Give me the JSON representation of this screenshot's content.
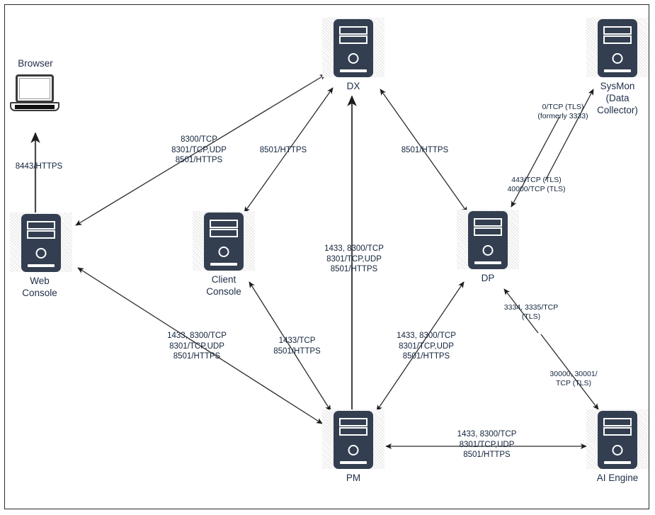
{
  "diagram": {
    "title": "Network Ports Architecture Diagram",
    "colors": {
      "node_fill": "#333f50",
      "node_label": "#20304a",
      "edge_label": "#12233b",
      "edge_line": "#2b2b2b",
      "border": "#2b2b2b"
    }
  },
  "nodes": [
    {
      "id": "browser",
      "label": "Browser",
      "icon": "laptop-icon"
    },
    {
      "id": "web-console",
      "label": "Web\nConsole",
      "icon": "server-tower-icon"
    },
    {
      "id": "client-console",
      "label": "Client\nConsole",
      "icon": "server-tower-icon"
    },
    {
      "id": "dx",
      "label": "DX",
      "icon": "server-tower-icon"
    },
    {
      "id": "dp",
      "label": "DP",
      "icon": "server-tower-icon"
    },
    {
      "id": "pm",
      "label": "PM",
      "icon": "server-tower-icon"
    },
    {
      "id": "sysmon",
      "label": "SysMon\n(Data\nCollector)",
      "icon": "server-tower-icon"
    },
    {
      "id": "ai-engine",
      "label": "AI Engine",
      "icon": "server-tower-icon"
    }
  ],
  "edges": [
    {
      "id": "browser-webconsole",
      "from": "web-console",
      "to": "browser",
      "direction": "both",
      "label": "8443/HTTPS"
    },
    {
      "id": "webconsole-dx",
      "from": "web-console",
      "to": "dx",
      "direction": "both",
      "label": "8300/TCP\n8301/TCP,UDP\n8501/HTTPS"
    },
    {
      "id": "clientconsole-dx",
      "from": "client-console",
      "to": "dx",
      "direction": "both",
      "label": "8501/HTTPS"
    },
    {
      "id": "dx-dp",
      "from": "dx",
      "to": "dp",
      "direction": "both",
      "label": "8501/HTTPS"
    },
    {
      "id": "pm-dx",
      "from": "pm",
      "to": "dx",
      "direction": "to",
      "label": "1433, 8300/TCP\n8301/TCP,UDP\n8501/HTTPS"
    },
    {
      "id": "webconsole-pm",
      "from": "web-console",
      "to": "pm",
      "direction": "both",
      "label": "1433, 8300/TCP\n8301/TCP,UDP\n8501/HTTPS"
    },
    {
      "id": "clientconsole-pm",
      "from": "client-console",
      "to": "pm",
      "direction": "both",
      "label": "1433/TCP\n8501/HTTPS"
    },
    {
      "id": "dp-pm",
      "from": "dp",
      "to": "pm",
      "direction": "both",
      "label": "1433, 8300/TCP\n8301/TCP,UDP\n8501/HTTPS"
    },
    {
      "id": "pm-aiengine",
      "from": "pm",
      "to": "ai-engine",
      "direction": "both",
      "label": "1433, 8300/TCP\n8301/TCP,UDP\n8501/HTTPS"
    },
    {
      "id": "dp-sysmon",
      "from": "dp",
      "to": "sysmon",
      "direction": "to",
      "label": "0/TCP (TLS)\n(formerly 3333)"
    },
    {
      "id": "sysmon-dp",
      "from": "sysmon",
      "to": "dp",
      "direction": "to",
      "label": "443/TCP (TLS)\n40000/TCP (TLS)"
    },
    {
      "id": "dp-aiengine",
      "from": "dp",
      "to": "ai-engine",
      "direction": "to",
      "label": "3334, 3335/TCP\n(TLS)"
    },
    {
      "id": "aiengine-inbound",
      "from": "dp",
      "to": "ai-engine",
      "direction": "to",
      "label": "30000, 30001/\nTCP (TLS)"
    }
  ]
}
